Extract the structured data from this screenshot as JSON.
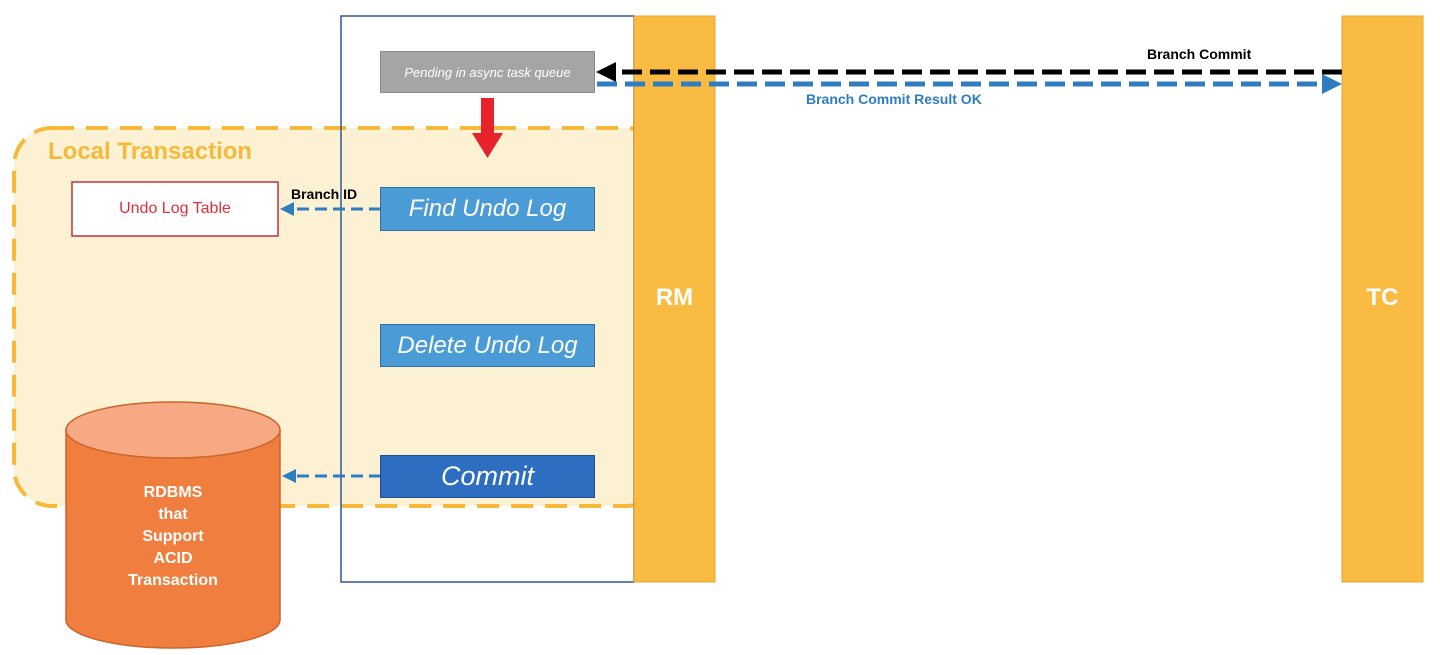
{
  "participants": {
    "rm": "RM",
    "tc": "TC"
  },
  "local_transaction": {
    "title": "Local Transaction"
  },
  "steps": {
    "pending": "Pending in async task queue",
    "find_undo_log": "Find Undo Log",
    "delete_undo_log": "Delete Undo Log",
    "commit": "Commit"
  },
  "undo_log_table": "Undo Log Table",
  "database": {
    "lines": [
      "RDBMS",
      "that",
      "Support",
      "ACID",
      "Transaction"
    ]
  },
  "messages": {
    "branch_commit": "Branch Commit",
    "branch_commit_result": "Branch Commit Result OK",
    "branch_id": "Branch ID"
  },
  "colors": {
    "participant": "#FABB43",
    "local_tx_fill": "#FDF1D3",
    "local_tx_border": "#F8B93A",
    "step_light": "#4A9BD6",
    "step_dark": "#2E6EC1",
    "pending": "#A5A5A5",
    "db_body": "#F07F3F",
    "db_top": "#F6A983",
    "undo_table_border": "#C0303A",
    "undo_table_text": "#E0303A",
    "arrow_red": "#E8212A",
    "arrow_blue": "#2F7DC0",
    "arrow_black": "#000000"
  }
}
